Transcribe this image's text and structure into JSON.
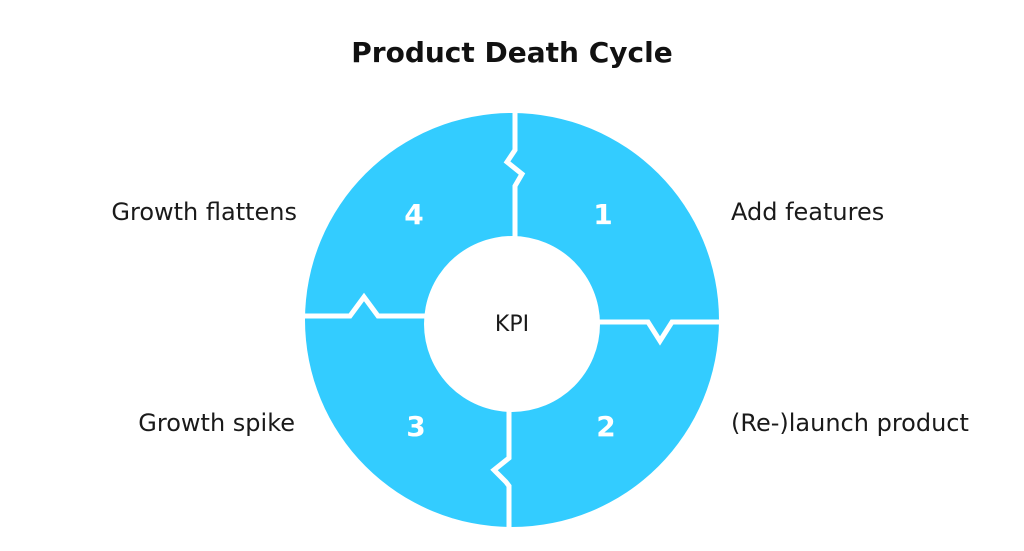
{
  "title": "Product Death Cycle",
  "center_label": "KPI",
  "colors": {
    "ring": "#33ccff",
    "divider": "#ffffff",
    "text": "#1a1a1a"
  },
  "steps": [
    {
      "number": "1",
      "label": "Add features"
    },
    {
      "number": "2",
      "label": "(Re-)launch product"
    },
    {
      "number": "3",
      "label": "Growth spike"
    },
    {
      "number": "4",
      "label": "Growth flattens"
    }
  ]
}
